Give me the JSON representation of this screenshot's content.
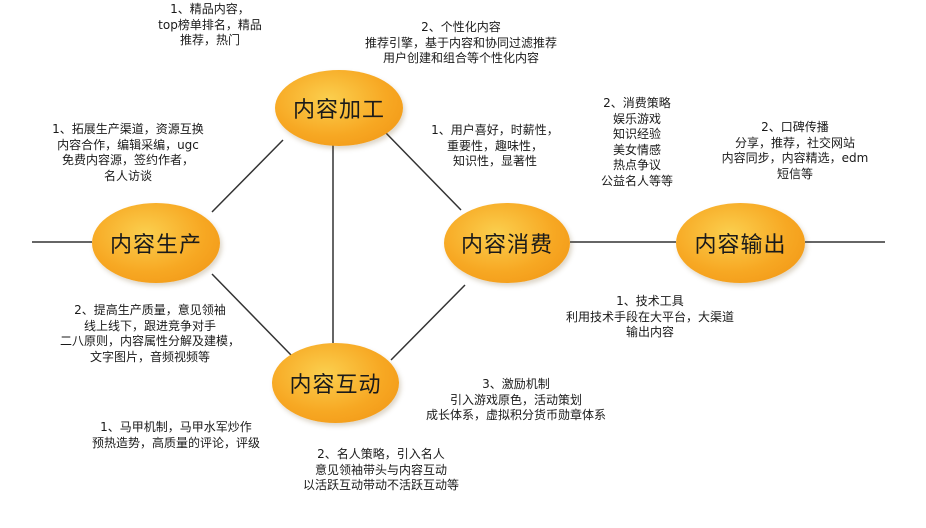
{
  "colors": {
    "node_fill": "#f7a823",
    "node_fill_light": "#fbcf4e",
    "line": "#333333",
    "text": "#1a1a1a",
    "background": "#ffffff"
  },
  "nodes": {
    "processing": "内容加工",
    "production": "内容生产",
    "consumption": "内容消费",
    "output": "内容输出",
    "interaction": "内容互动"
  },
  "notes": {
    "processing_1": [
      "1、精品内容，",
      "top榜单排名，精品",
      "推荐，热门"
    ],
    "processing_2": [
      "2、个性化内容",
      "推荐引擎，基于内容和协同过滤推荐",
      "用户创建和组合等个性化内容"
    ],
    "production_1": [
      "1、拓展生产渠道，资源互换",
      "内容合作，编辑采编，ugc",
      "免费内容源，签约作者，",
      "名人访谈"
    ],
    "production_2": [
      "2、提高生产质量，意见领袖",
      "线上线下，跟进竞争对手",
      "二八原则，内容属性分解及建模，",
      "文字图片，音频视频等"
    ],
    "consumption_1": [
      "1、用户喜好，时薪性，",
      "重要性，趣味性，",
      "知识性，显著性"
    ],
    "consumption_2": [
      "2、消费策略",
      "娱乐游戏",
      "知识经验",
      "美女情感",
      "热点争议",
      "公益名人等等"
    ],
    "output_1": [
      "1、技术工具",
      "利用技术手段在大平台，大渠道",
      "输出内容"
    ],
    "output_2": [
      "2、口碑传播",
      "分享，推荐，社交网站",
      "内容同步，内容精选，edm",
      "短信等"
    ],
    "interaction_1": [
      "1、马甲机制，马甲水军炒作",
      "预热造势，高质量的评论，评级"
    ],
    "interaction_2": [
      "2、名人策略，引入名人",
      "意见领袖带头与内容互动",
      "以活跃互动带动不活跃互动等"
    ],
    "interaction_3": [
      "3、激励机制",
      "引入游戏原色，活动策划",
      "成长体系，虚拟积分货币勋章体系"
    ]
  }
}
